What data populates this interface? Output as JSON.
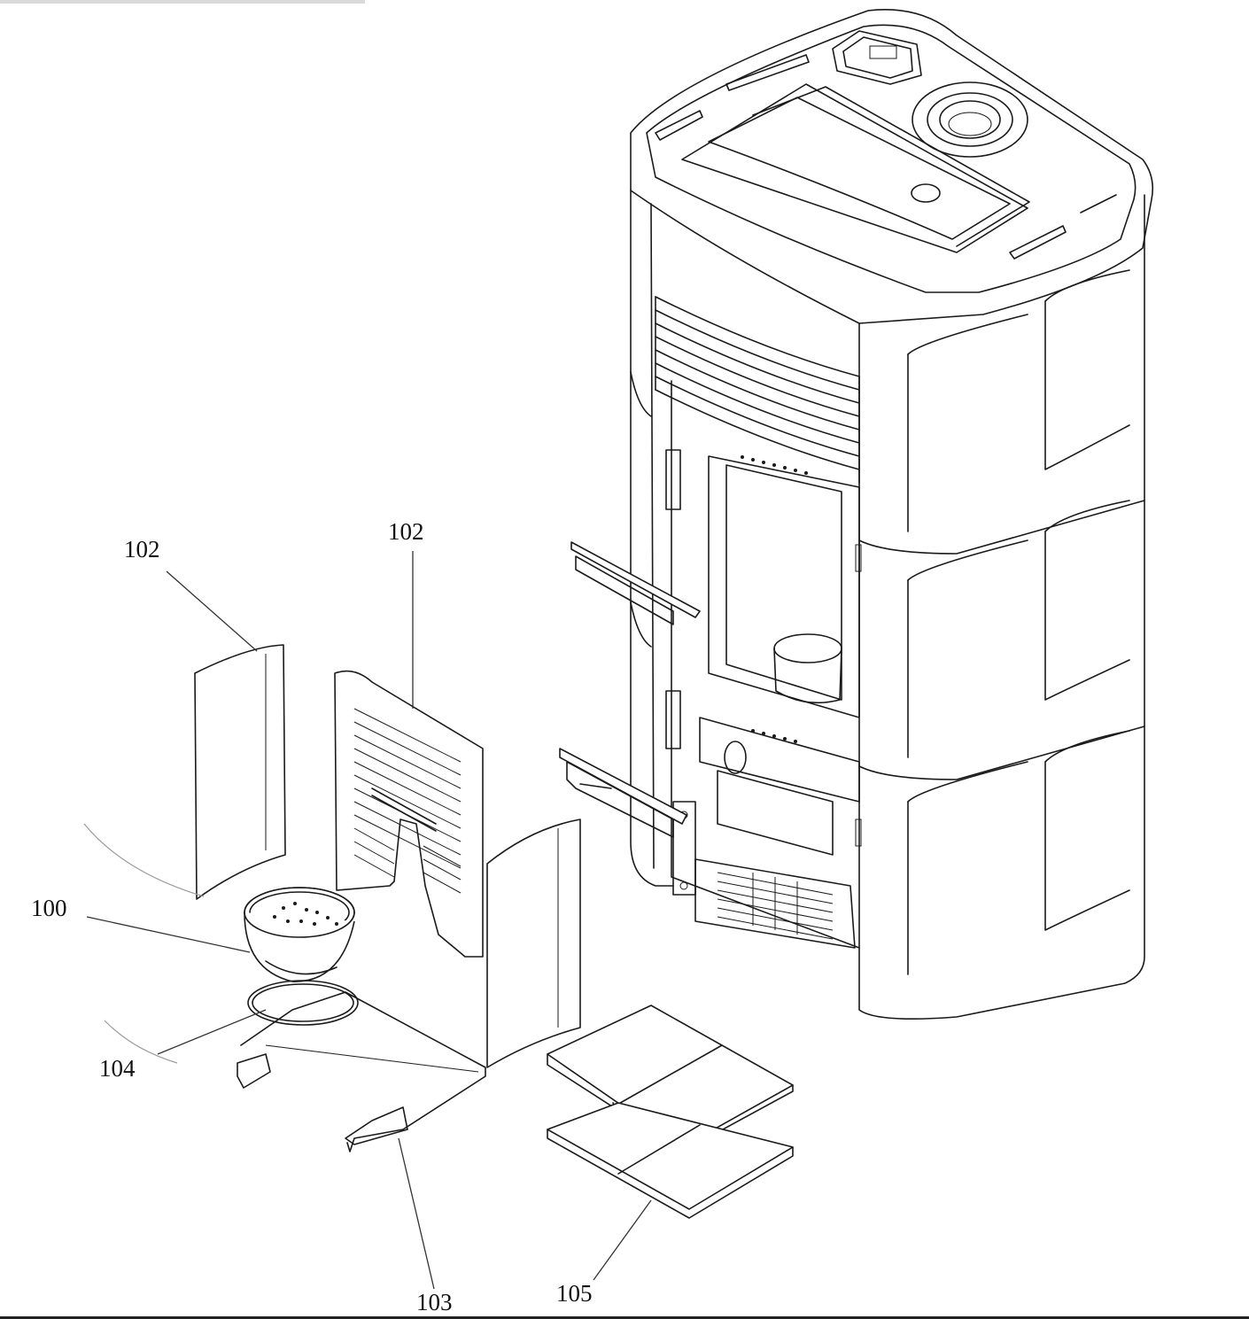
{
  "labels": {
    "panel_left": "102",
    "panel_back": "102",
    "brazier": "100",
    "gasket": "104",
    "support": "103",
    "plates": "105"
  }
}
